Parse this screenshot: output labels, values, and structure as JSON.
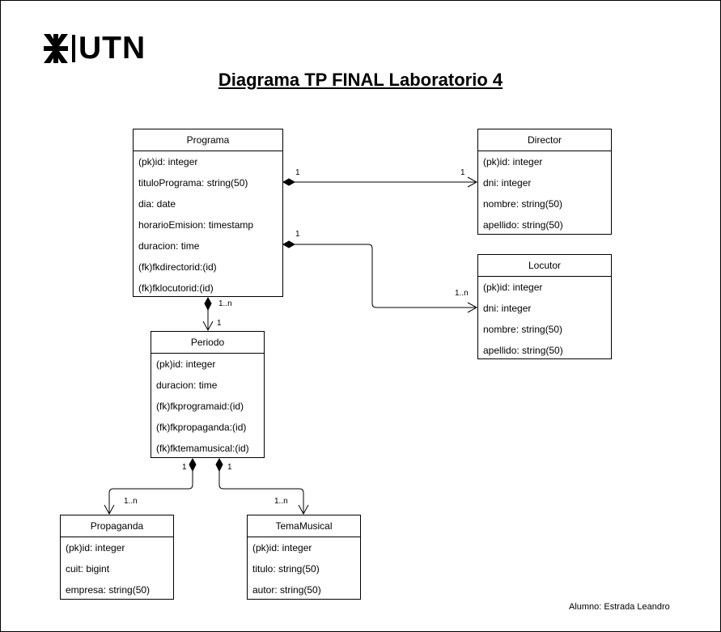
{
  "logo": {
    "text": "UTN",
    "icon": "utn-emblem-icon"
  },
  "title": "Diagrama TP FINAL Laboratorio 4",
  "footer": "Alumno: Estrada Leandro",
  "entities": {
    "programa": {
      "name": "Programa",
      "attributes": [
        "(pk)id: integer",
        "tituloPrograma: string(50)",
        "dia: date",
        "horarioEmision: timestamp",
        "duracion: time",
        "(fk)fkdirectorid:(id)",
        "(fk)fklocutorid:(id)"
      ]
    },
    "director": {
      "name": "Director",
      "attributes": [
        "(pk)id: integer",
        "dni: integer",
        "nombre: string(50)",
        "apellido: string(50)"
      ]
    },
    "locutor": {
      "name": "Locutor",
      "attributes": [
        "(pk)id: integer",
        "dni: integer",
        "nombre: string(50)",
        "apellido: string(50)"
      ]
    },
    "periodo": {
      "name": "Periodo",
      "attributes": [
        "(pk)id: integer",
        "duracion: time",
        "(fk)fkprogramaid:(id)",
        "(fk)fkpropaganda:(id)",
        "(fk)fktemamusical:(id)"
      ]
    },
    "propaganda": {
      "name": "Propaganda",
      "attributes": [
        "(pk)id: integer",
        "cuit: bigint",
        "empresa: string(50)"
      ]
    },
    "temamusical": {
      "name": "TemaMusical",
      "attributes": [
        "(pk)id: integer",
        "titulo: string(50)",
        "autor: string(50)"
      ]
    }
  },
  "relationships": [
    {
      "from": "Programa",
      "to": "Director",
      "from_mult": "1",
      "to_mult": "1",
      "kind": "composition"
    },
    {
      "from": "Programa",
      "to": "Locutor",
      "from_mult": "1",
      "to_mult": "1..n",
      "kind": "composition"
    },
    {
      "from": "Programa",
      "to": "Periodo",
      "from_mult": "1..n",
      "to_mult": "1",
      "kind": "composition"
    },
    {
      "from": "Periodo",
      "to": "Propaganda",
      "from_mult": "1",
      "to_mult": "1..n",
      "kind": "composition"
    },
    {
      "from": "Periodo",
      "to": "TemaMusical",
      "from_mult": "1",
      "to_mult": "1..n",
      "kind": "composition"
    }
  ]
}
